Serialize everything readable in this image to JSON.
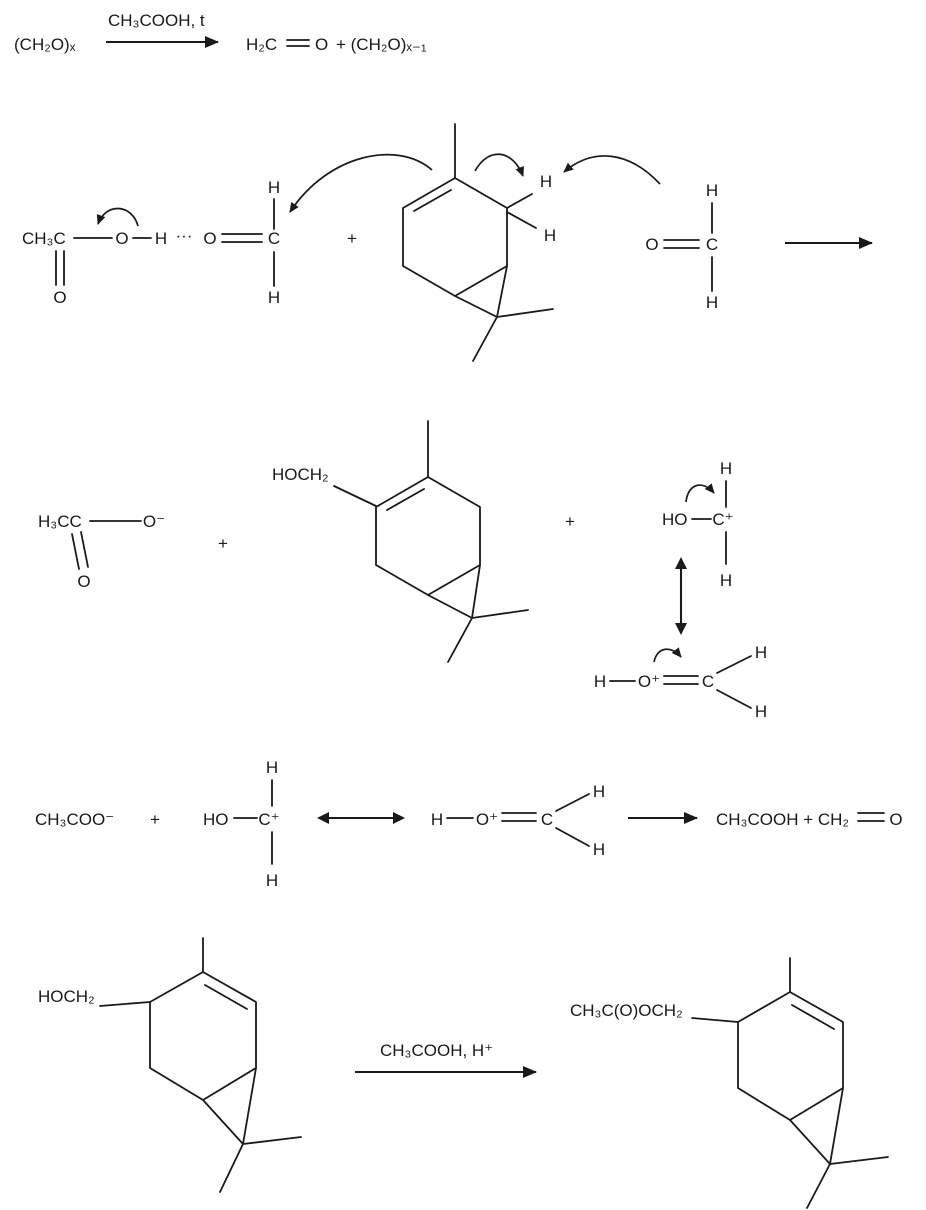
{
  "colors": {
    "ink": "#1a1a1a",
    "background": "#ffffff"
  },
  "row1": {
    "polymer": "(CH₂O)ₓ",
    "conditions": "CH₃COOH, t",
    "formaldehyde_left": "H₂C",
    "formaldehyde_o": "O",
    "remainder": "+ (CH₂O)ₓ₋₁"
  },
  "row2": {
    "acetic_ch3c": "CH₃C",
    "acetic_o_carbonyl": "O",
    "acetic_o_hydroxyl": "O",
    "acetic_h": "H",
    "hbond_dots": "···",
    "fa1_o": "O",
    "fa1_c": "C",
    "fa1_h_top": "H",
    "fa1_h_bottom": "H",
    "plus": "+",
    "carene_h_top": "H",
    "carene_h_bottom": "H",
    "fa2_h_top": "H",
    "fa2_o": "O",
    "fa2_c": "C",
    "fa2_h_bottom": "H"
  },
  "row3": {
    "acetate_body": "H₃CC",
    "acetate_o_minus": "O⁻",
    "acetate_o_carbonyl": "O",
    "plus_left": "+",
    "hydroxymethyl": "HOCH₂",
    "plus_right": "+",
    "cation_ho": "HO",
    "cation_c": "C⁺",
    "cation_h_top": "H",
    "cation_h_bottom": "H",
    "oxocarbenium_h_left": "H",
    "oxocarbenium_o": "O⁺",
    "oxocarbenium_c": "C",
    "oxocarbenium_h_top": "H",
    "oxocarbenium_h_bottom": "H"
  },
  "row4": {
    "acetate": "CH₃COO⁻",
    "plus": "+",
    "cation_ho": "HO",
    "cation_c": "C⁺",
    "cation_h_top": "H",
    "cation_h_bottom": "H",
    "oxocarbenium_h_left": "H",
    "oxocarbenium_o": "O⁺",
    "oxocarbenium_c": "C",
    "oxocarbenium_h_top": "H",
    "oxocarbenium_h_bottom": "H",
    "products": "CH₃COOH + CH₂",
    "products_o": "O"
  },
  "row5": {
    "hydroxymethyl": "HOCH₂",
    "conditions": "CH₃COOH, H⁺",
    "acetoxymethyl": "CH₃C(O)OCH₂"
  }
}
